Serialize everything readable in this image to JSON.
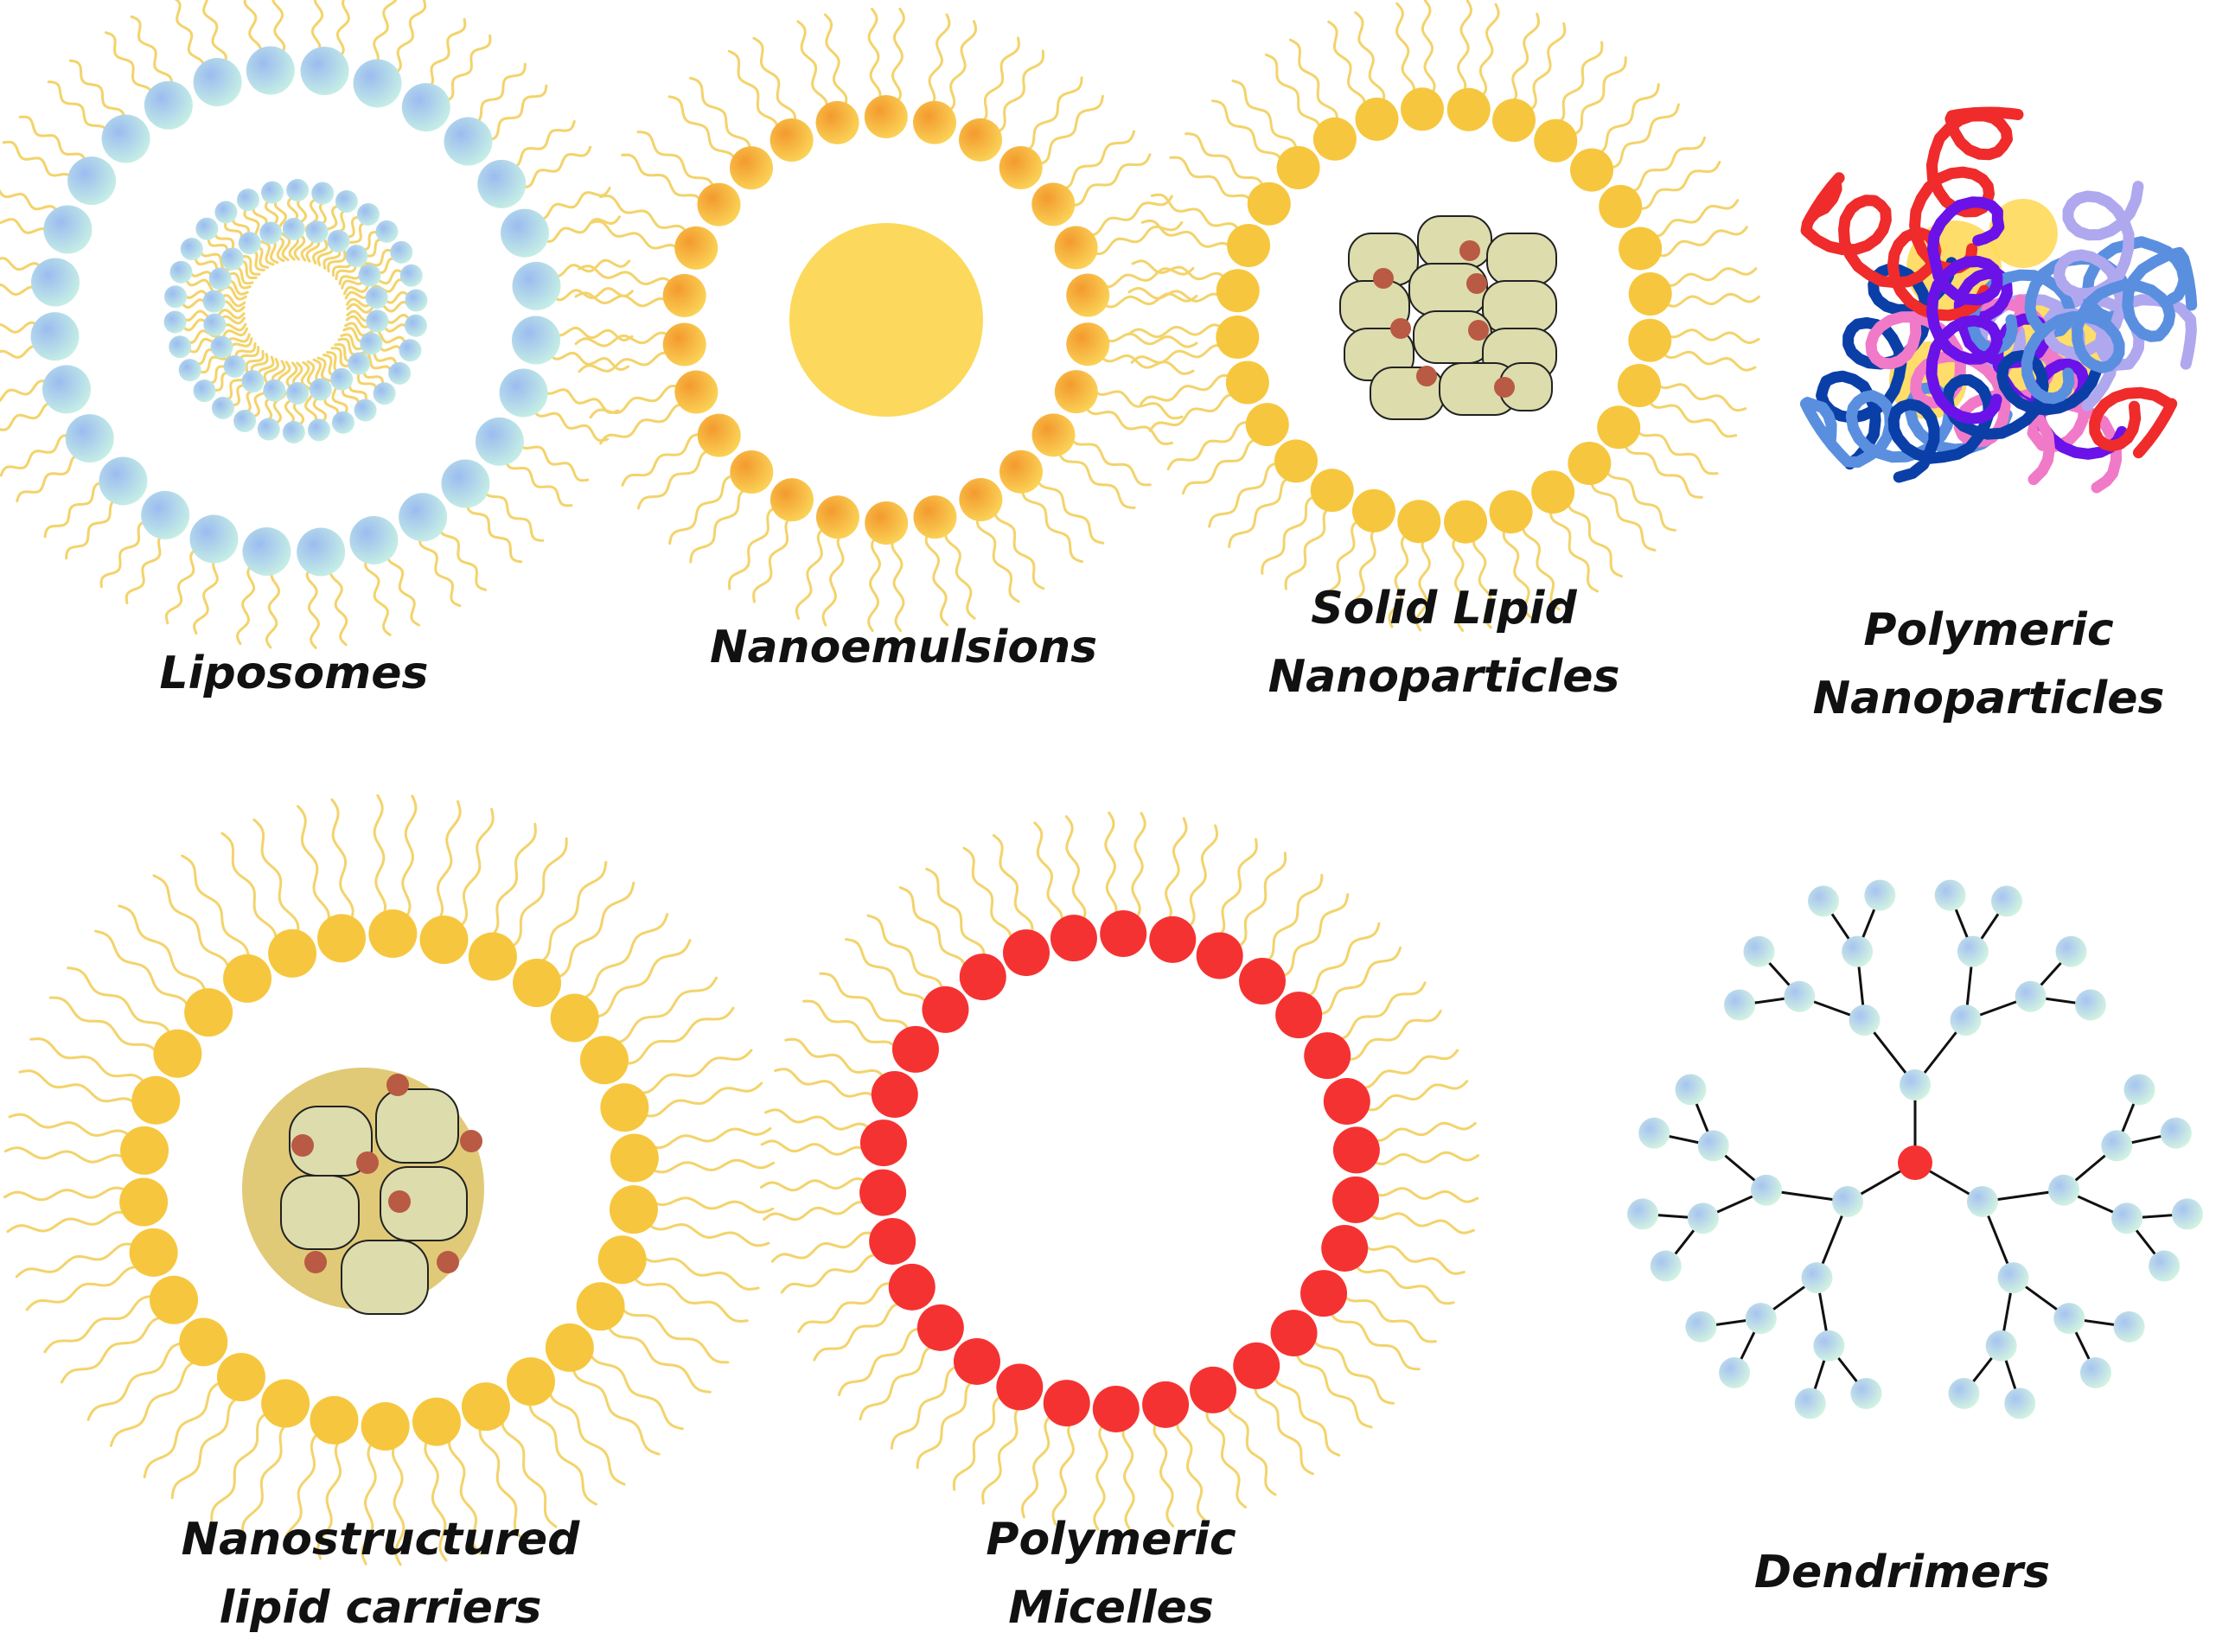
{
  "figure": {
    "items": [
      {
        "key": "liposomes",
        "lines": [
          "Liposomes"
        ],
        "head_colors": [
          "#9bbcf0",
          "#c9f2e4"
        ],
        "tail_color": "#f3d36b"
      },
      {
        "key": "nanoemulsions",
        "lines": [
          "Nanoemulsions"
        ],
        "head_colors": [
          "#f39a2e",
          "#fbd75a"
        ],
        "tail_color": "#f3d36b",
        "core_color": "#fcd95c"
      },
      {
        "key": "sln",
        "lines": [
          "Solid Lipid",
          "Nanoparticles"
        ],
        "head_colors": [
          "#f6c73e"
        ],
        "tail_color": "#f3d36b",
        "core_color": "#dcdcad",
        "dot_color": "#b85a44"
      },
      {
        "key": "polymeric-np",
        "lines": [
          "Polymeric",
          "Nanoparticles"
        ],
        "strand_colors": [
          "#0b3fa8",
          "#ef2b2b",
          "#5a8fe0",
          "#6a12e8",
          "#b0a8ee",
          "#f07ac8",
          "#ffd95a"
        ]
      },
      {
        "key": "nlc",
        "lines": [
          "Nanostructured",
          "lipid carriers"
        ],
        "head_colors": [
          "#f6c73e"
        ],
        "tail_color": "#f3d36b",
        "core_color": "#dcdcad",
        "halo_color": "#d7b84a",
        "dot_color": "#b85a44"
      },
      {
        "key": "micelles",
        "lines": [
          "Polymeric",
          "Micelles"
        ],
        "head_colors": [
          "#f53232"
        ],
        "tail_color": "#f3d36b"
      },
      {
        "key": "dendrimers",
        "lines": [
          "Dendrimers"
        ],
        "head_colors": [
          "#a7c4f0",
          "#d6f7e0"
        ],
        "core_color": "#f53232",
        "line_color": "#111111"
      }
    ]
  }
}
